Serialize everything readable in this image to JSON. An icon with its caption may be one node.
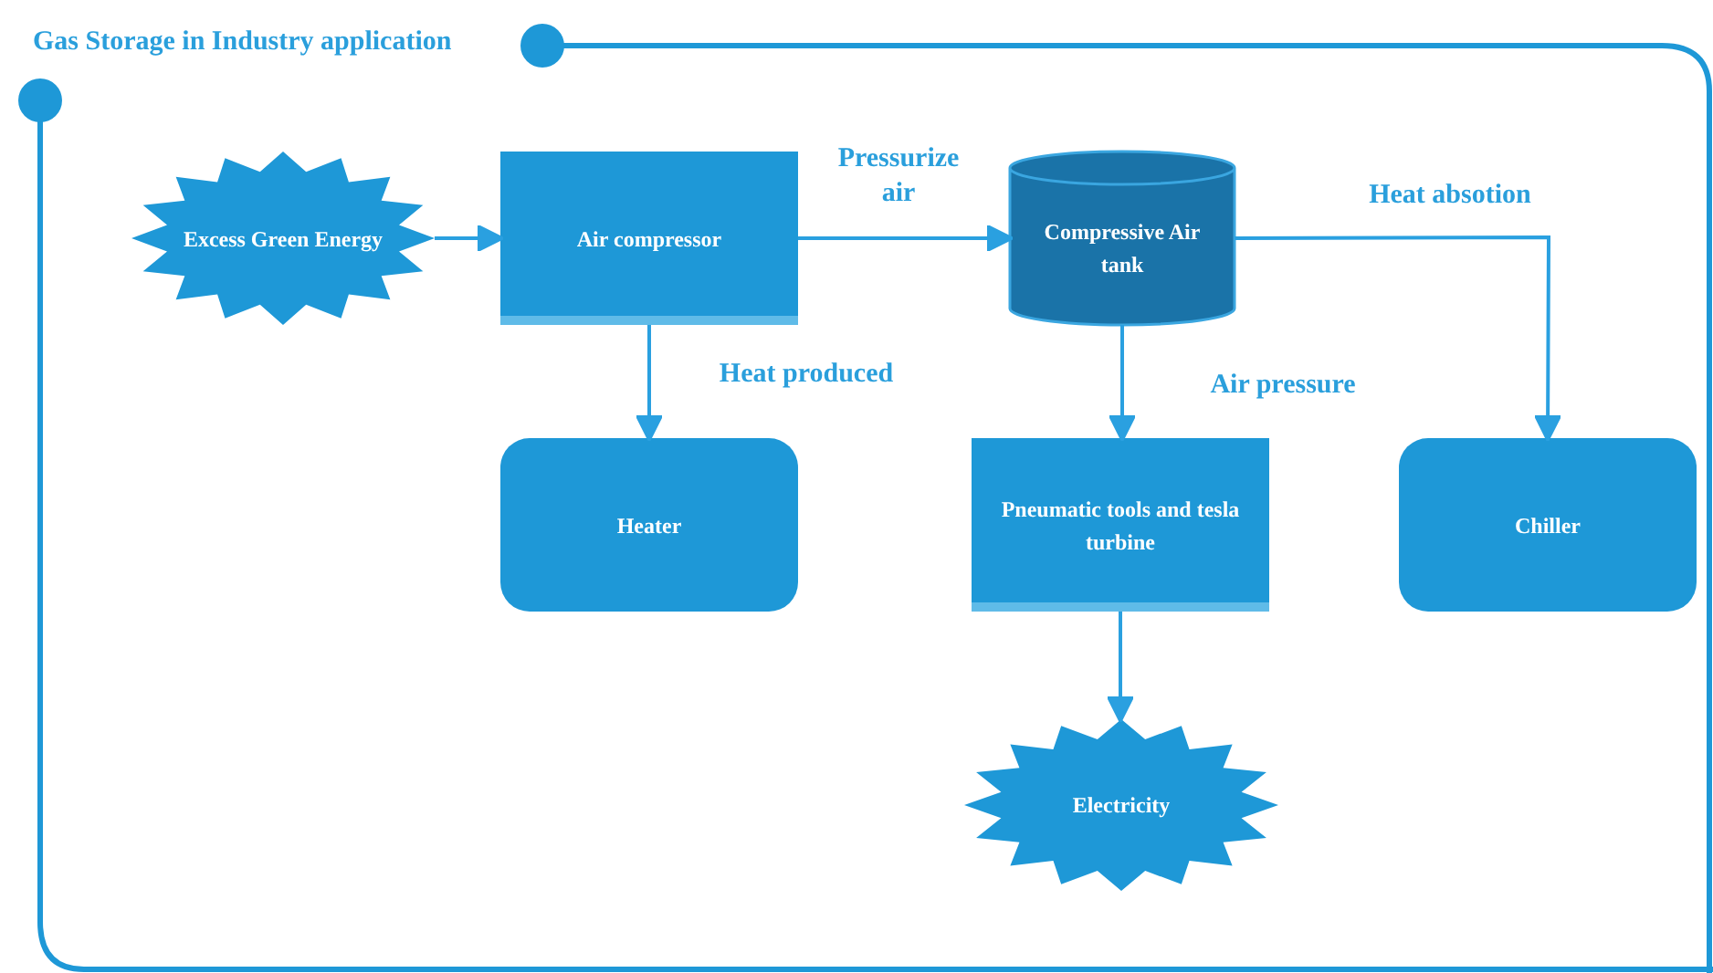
{
  "diagram": {
    "title": "Gas Storage in Industry application",
    "nodes": [
      {
        "text": [
          "Excess Green Energy"
        ]
      },
      {
        "text": [
          "Air compressor"
        ]
      },
      {
        "text": [
          "Compressive Air tank"
        ]
      },
      {
        "text": [
          "Heater"
        ]
      },
      {
        "text": [
          "Pneumatic tools and tesla turbine"
        ]
      },
      {
        "text": [
          "Chiller"
        ]
      },
      {
        "text": [
          "Electricity"
        ]
      }
    ],
    "edges": [
      {
        "from": 0,
        "to": 1,
        "arrow": "to"
      },
      {
        "from": 1,
        "to": 2,
        "arrow": "to",
        "label": "Pressurize air"
      },
      {
        "from": 1,
        "to": 3,
        "arrow": "to",
        "label": "Heat produced"
      },
      {
        "from": 2,
        "to": 4,
        "arrow": "to",
        "label": "Air pressure"
      },
      {
        "from": 2,
        "to": 5,
        "arrow": "to",
        "label": "Heat absotion"
      },
      {
        "from": 4,
        "to": 6,
        "arrow": "to"
      }
    ]
  }
}
